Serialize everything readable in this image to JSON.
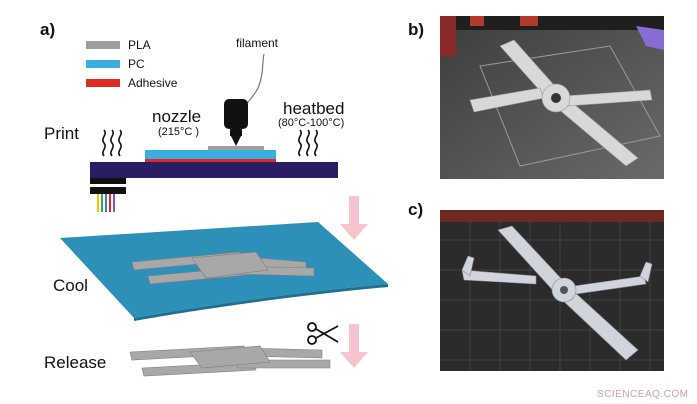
{
  "panels": {
    "a": "a)",
    "b": "b)",
    "c": "c)"
  },
  "legend": [
    {
      "label": "PLA",
      "color": "#9e9e9e"
    },
    {
      "label": "PC",
      "color": "#39aee0"
    },
    {
      "label": "Adhesive",
      "color": "#e02b22"
    }
  ],
  "labels": {
    "filament": "filament",
    "nozzle": "nozzle",
    "nozzle_temp": "(215°C )",
    "heatbed": "heatbed",
    "heatbed_temp": "(80°C-100°C)"
  },
  "steps": {
    "print": "Print",
    "cool": "Cool",
    "release": "Release"
  },
  "watermark": "SCIENCEAQ.COM",
  "colors": {
    "bed": "#2a1d63",
    "pc_sheet": "#2c90b8",
    "pla": "#9e9e9e",
    "arrow": "#f5c4cc"
  }
}
